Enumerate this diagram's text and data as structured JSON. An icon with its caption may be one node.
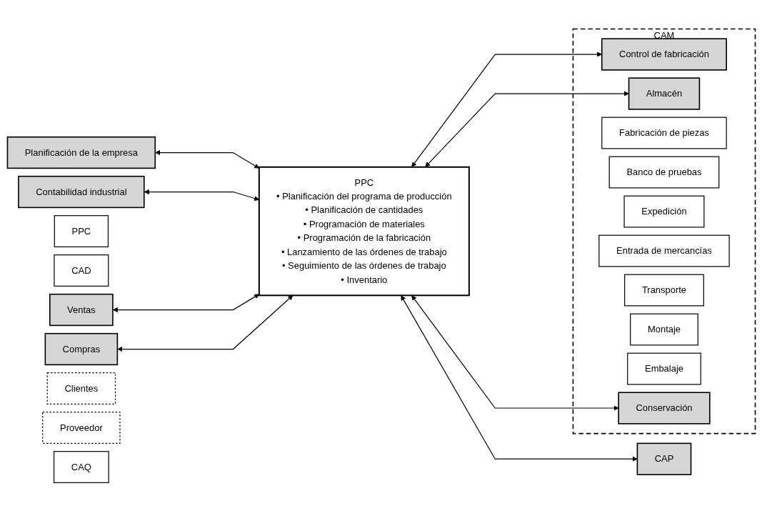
{
  "diagram": {
    "nodes": [
      {
        "text": [
          "Planificación de la empresa"
        ]
      },
      {
        "text": [
          "Contabilidad industrial"
        ]
      },
      {
        "text": [
          "PPC"
        ]
      },
      {
        "text": [
          "CAD"
        ]
      },
      {
        "text": [
          "CAP"
        ]
      },
      {
        "text": [
          "Ventas"
        ]
      },
      {
        "text": [
          "PPC",
          "• Planificación del programa de producción",
          "• Planificación de cantidades",
          "• Programación de materiales",
          "• Programación de la fabricación",
          "• Lanzamiento de las órdenes de trabajo",
          "• Seguimiento de las órdenes de trabajo",
          "• Inventario"
        ]
      },
      {
        "text": [
          "Compras"
        ]
      },
      {
        "text": [
          "Clientes"
        ]
      },
      {
        "text": [
          "Proveedor"
        ]
      },
      {
        "text": [
          "CAQ"
        ]
      },
      {
        "text": [
          "CAM"
        ]
      },
      {
        "text": [
          "Control de fabricación"
        ],
        "in": 11
      },
      {
        "text": [
          "Almacén"
        ],
        "in": 11
      },
      {
        "text": [
          "Fabricación de piezas"
        ],
        "in": 11
      },
      {
        "text": [
          "Banco de pruebas"
        ],
        "in": 11
      },
      {
        "text": [
          "Expedición"
        ],
        "in": 11
      },
      {
        "text": [
          "Entrada de mercancías"
        ],
        "in": 11
      },
      {
        "text": [
          "Transporte"
        ],
        "in": 11
      },
      {
        "text": [
          "Montaje"
        ],
        "in": 11
      },
      {
        "text": [
          "Embalaje"
        ],
        "in": 11
      },
      {
        "text": [
          "Conservación"
        ],
        "in": 11
      }
    ],
    "edges": [
      {
        "from": 0,
        "to": 6,
        "arrow": "both"
      },
      {
        "from": 1,
        "to": 6,
        "arrow": "both"
      },
      {
        "from": 5,
        "to": 6,
        "arrow": "both"
      },
      {
        "from": 7,
        "to": 6,
        "arrow": "both"
      },
      {
        "from": 6,
        "to": 4,
        "arrow": "both"
      },
      {
        "from": 6,
        "to": 12,
        "arrow": "both"
      },
      {
        "from": 6,
        "to": 13,
        "arrow": "both"
      },
      {
        "from": 6,
        "to": 21,
        "arrow": "both"
      }
    ]
  }
}
